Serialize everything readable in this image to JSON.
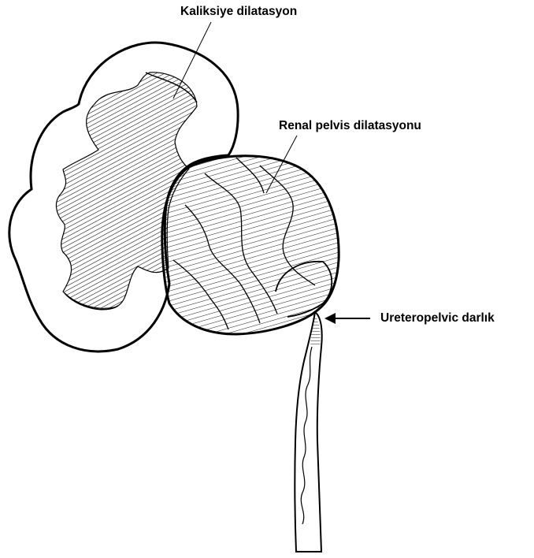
{
  "labels": {
    "calyx": "Kaliksiye dilatasyon",
    "pelvis": "Renal pelvis dilatasyonu",
    "upj": "Ureteropelvic darlık"
  },
  "colors": {
    "ink": "#000000",
    "paper": "#ffffff"
  }
}
